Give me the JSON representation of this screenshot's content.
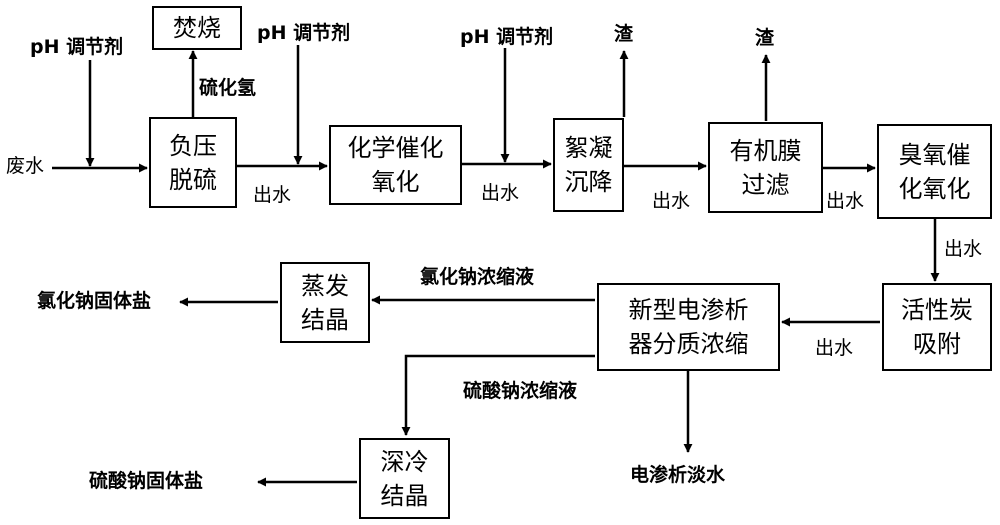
{
  "colors": {
    "line": "#000000",
    "background": "#ffffff",
    "text": "#000000"
  },
  "boxes": {
    "incineration": [
      "焚烧"
    ],
    "negative_pressure_desulfurization": [
      "负压",
      "脱硫"
    ],
    "chemical_catalytic_oxidation": [
      "化学催化",
      "氧化"
    ],
    "flocculation_sedimentation": [
      "絮凝",
      "沉降"
    ],
    "organic_membrane_filtration": [
      "有机膜",
      "过滤"
    ],
    "ozone_catalytic_oxidation": [
      "臭氧催",
      "化氧化"
    ],
    "activated_carbon_adsorption": [
      "活性炭",
      "吸附"
    ],
    "electrodialysis_concentration": [
      "新型电渗析",
      "器分质浓缩"
    ],
    "evaporation_crystallization": [
      "蒸发",
      "结晶"
    ],
    "deep_cooling_crystallization": [
      "深冷",
      "结晶"
    ]
  },
  "labels": {
    "ph_regulator_1": "pH 调节剂",
    "ph_regulator_2": "pH 调节剂",
    "ph_regulator_3": "pH 调节剂",
    "wastewater": "废水",
    "hydrogen_sulfide": "硫化氢",
    "residue_1": "渣",
    "residue_2": "渣",
    "effluent_1": "出水",
    "effluent_2": "出水",
    "effluent_3": "出水",
    "effluent_4": "出水",
    "effluent_5": "出水",
    "effluent_6": "出水",
    "nacl_concentrate": "氯化钠浓缩液",
    "nacl_solid_salt": "氯化钠固体盐",
    "na2so4_concentrate": "硫酸钠浓缩液",
    "na2so4_solid_salt": "硫酸钠固体盐",
    "electrodialysis_fresh_water": "电渗析淡水"
  }
}
